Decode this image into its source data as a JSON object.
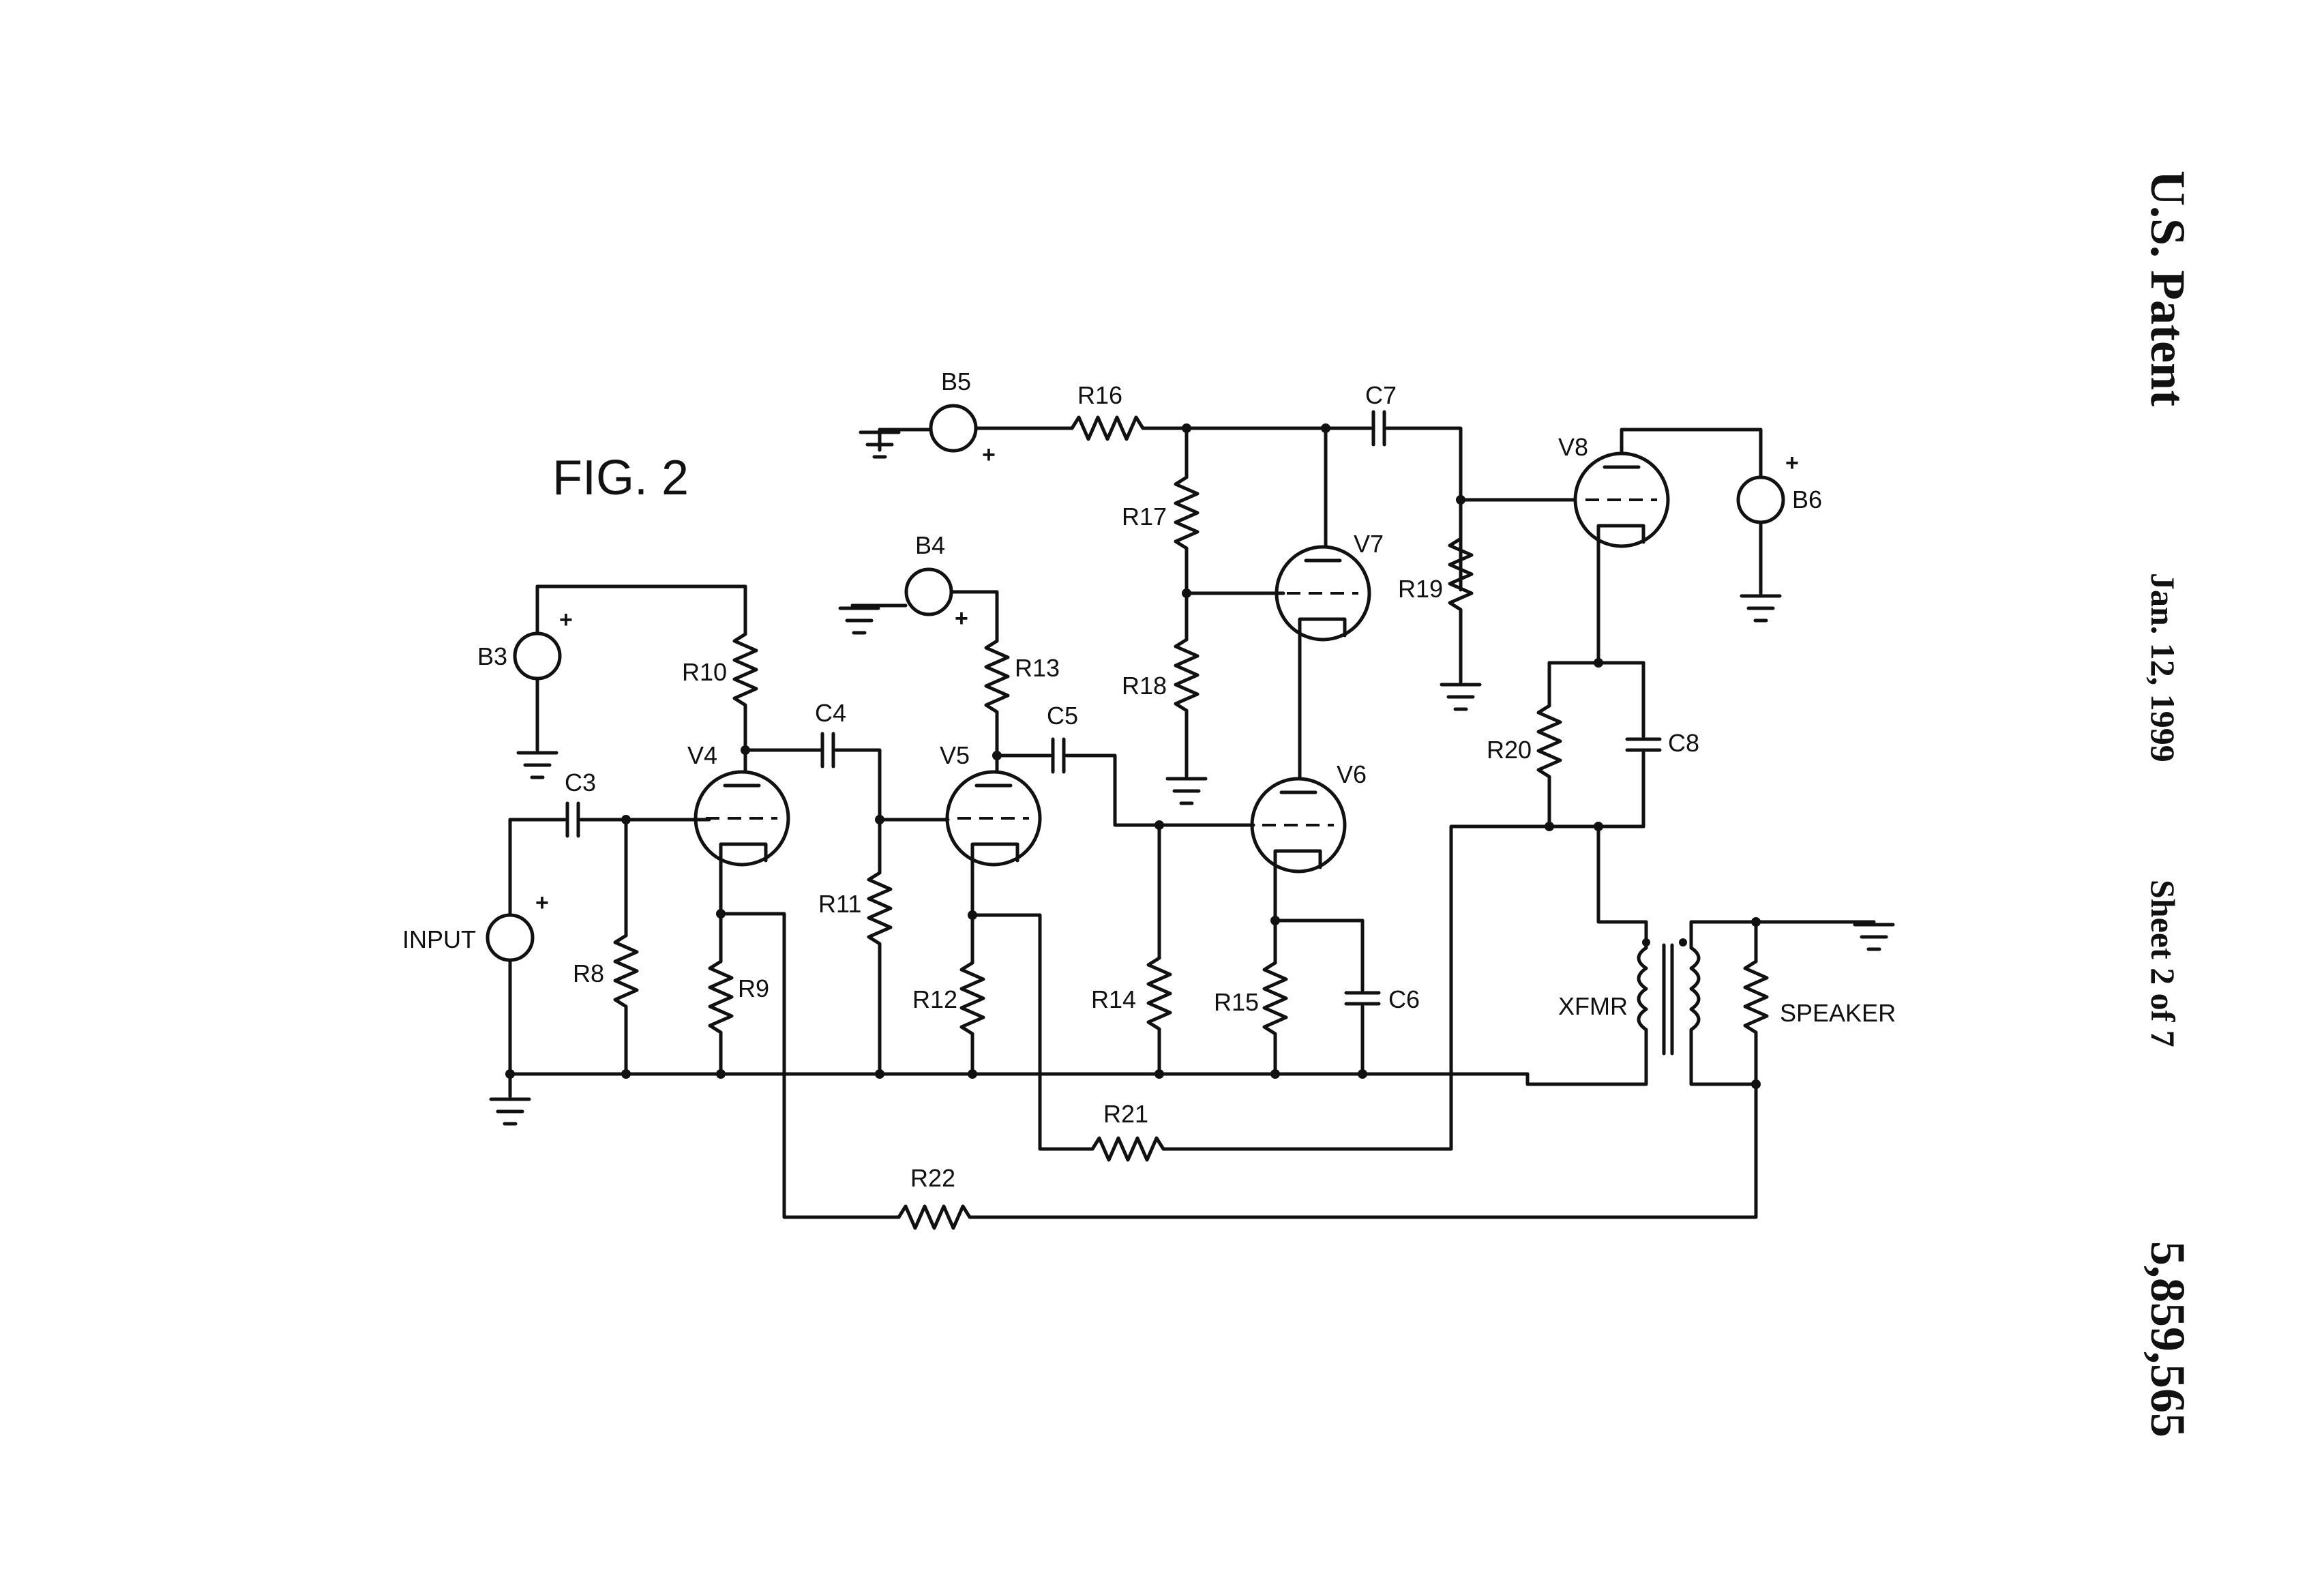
{
  "header": {
    "title": "U.S. Patent",
    "date": "Jan. 12, 1999",
    "sheet": "Sheet 2 of 7",
    "patent_number": "5,859,565"
  },
  "figure": {
    "label": "FIG. 2",
    "plus_sign": "+",
    "components": {
      "b3": "B3",
      "b4": "B4",
      "b5": "B5",
      "b6": "B6",
      "input": "INPUT",
      "c3": "C3",
      "c4": "C4",
      "c5": "C5",
      "c6": "C6",
      "c7": "C7",
      "c8": "C8",
      "r8": "R8",
      "r9": "R9",
      "r10": "R10",
      "r11": "R11",
      "r12": "R12",
      "r13": "R13",
      "r14": "R14",
      "r15": "R15",
      "r16": "R16",
      "r17": "R17",
      "r18": "R18",
      "r19": "R19",
      "r20": "R20",
      "r21": "R21",
      "r22": "R22",
      "v4": "V4",
      "v5": "V5",
      "v6": "V6",
      "v7": "V7",
      "v8": "V8",
      "xfmr": "XFMR",
      "speaker": "SPEAKER"
    }
  }
}
